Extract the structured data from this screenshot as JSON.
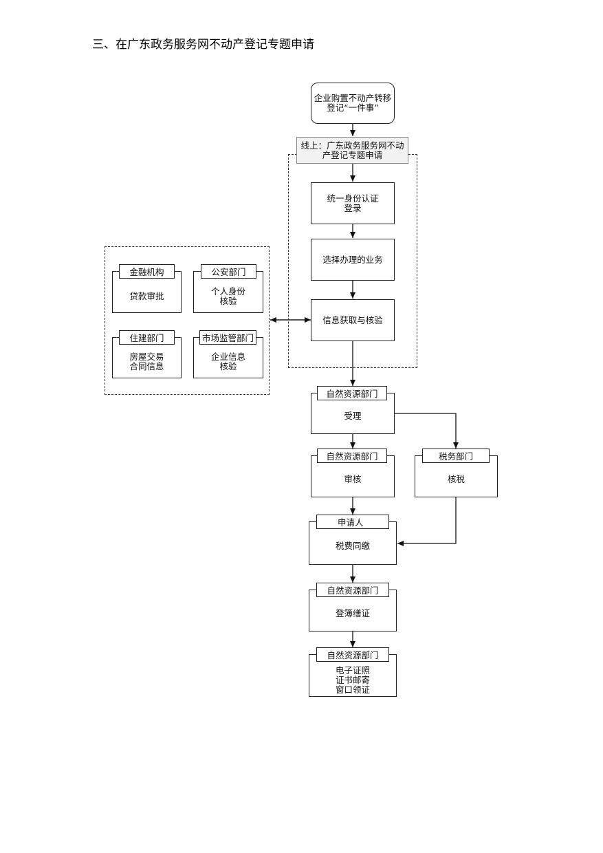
{
  "heading": "三、在广东政务服务网不动产登记专题申请",
  "start": [
    "企业购置不动产转移",
    "登记“一件事”"
  ],
  "online_label": [
    "线上：广东政务服务网不动",
    "产登记专题申请"
  ],
  "steps": {
    "login": [
      "统一身份认证",
      "登录"
    ],
    "select": [
      "选择办理的业务"
    ],
    "verify": [
      "信息获取与核验"
    ]
  },
  "departments": [
    {
      "tab": "金融机构",
      "lines": [
        "贷款审批"
      ]
    },
    {
      "tab": "公安部门",
      "lines": [
        "个人身份",
        "核验"
      ]
    },
    {
      "tab": "住建部门",
      "lines": [
        "房屋交易",
        "合同信息"
      ]
    },
    {
      "tab": "市场监管部门",
      "lines": [
        "企业信息",
        "核验"
      ]
    }
  ],
  "flow": {
    "accept": {
      "tab": "自然资源部门",
      "lines": [
        "受理"
      ]
    },
    "review": {
      "tab": "自然资源部门",
      "lines": [
        "审核"
      ]
    },
    "tax": {
      "tab": "税务部门",
      "lines": [
        "核税"
      ]
    },
    "pay": {
      "tab": "申请人",
      "lines": [
        "税费同缴"
      ]
    },
    "register": {
      "tab": "自然资源部门",
      "lines": [
        "登簿缮证"
      ]
    },
    "issue": {
      "tab": "自然资源部门",
      "lines": [
        "电子证照",
        "证书邮寄",
        "窗口领证"
      ]
    }
  }
}
